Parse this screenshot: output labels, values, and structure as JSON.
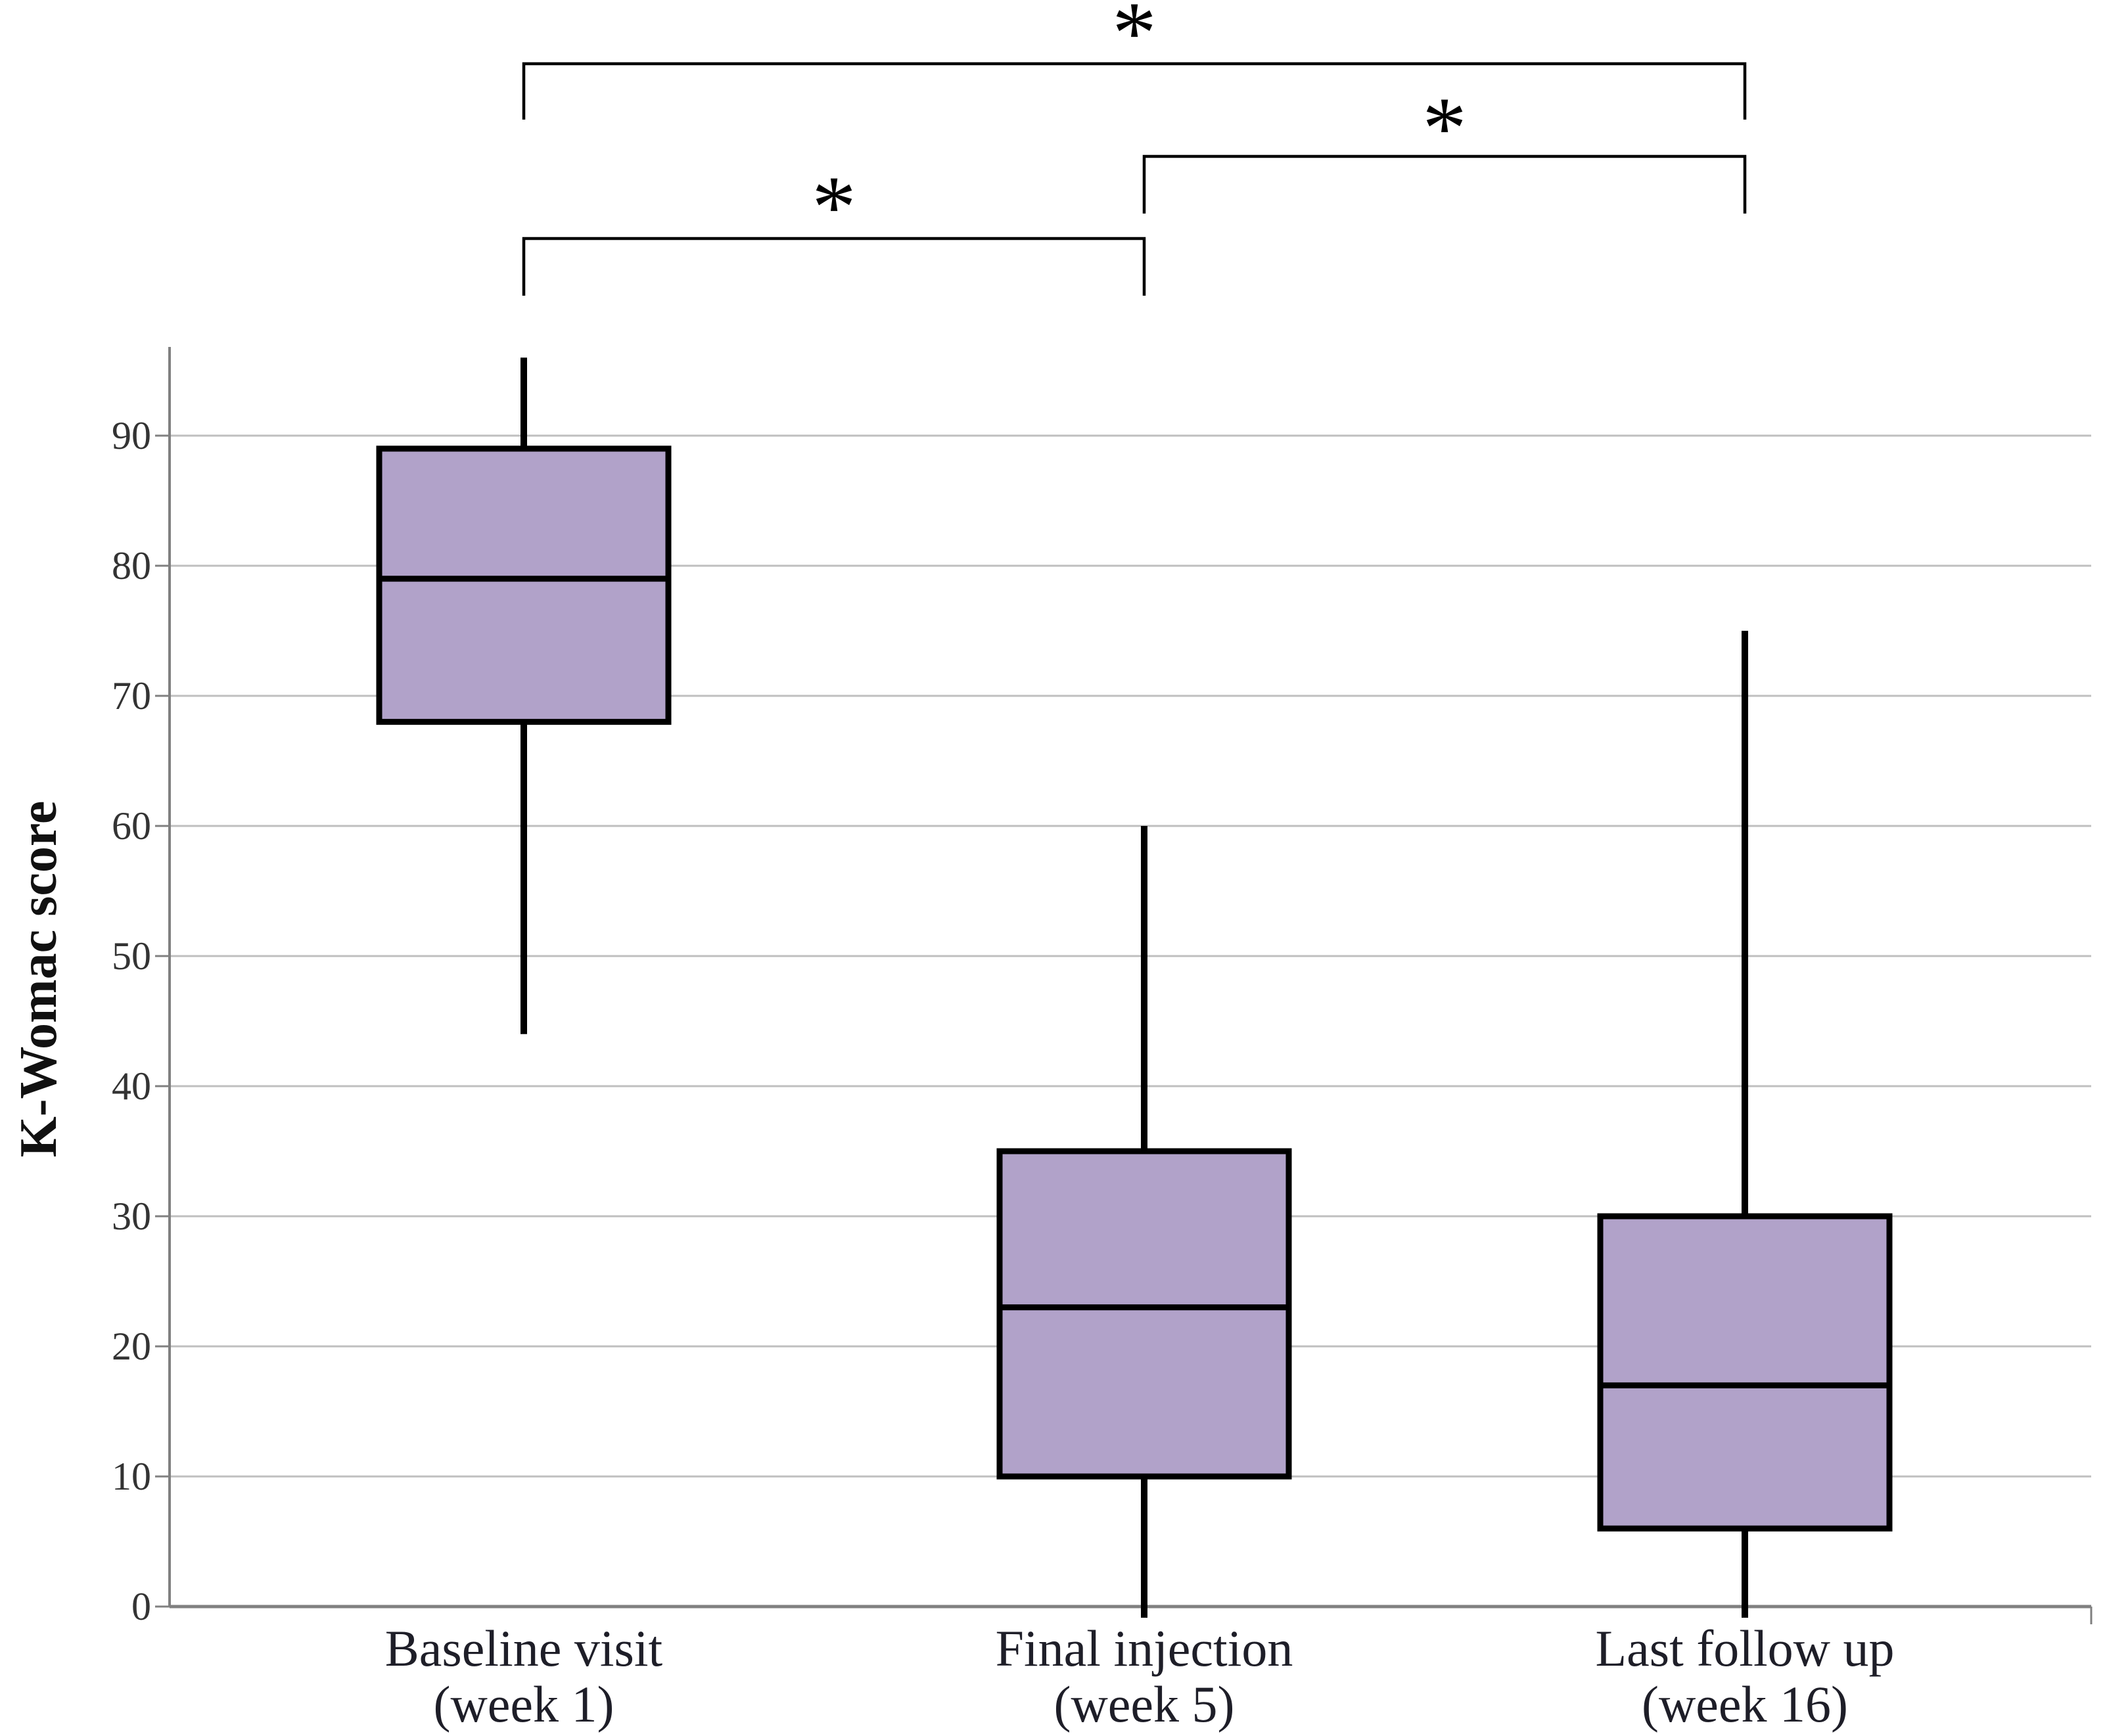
{
  "figure": {
    "y_axis_title": "K-Womac score",
    "significance_marker": "*",
    "colors": {
      "box_fill": "#B1A2C9",
      "box_border": "#000000",
      "median_line": "#000000",
      "whisker": "#000000",
      "gridline": "#BFBFBF",
      "axis_line": "#808080",
      "tick_label_text": "#333333",
      "category_label_text": "#1E1E28",
      "bracket": "#000000",
      "background": "#FFFFFF"
    }
  },
  "chart_data": {
    "type": "boxplot",
    "title": "",
    "xlabel": "",
    "ylabel": "K-Womac score",
    "ylim": [
      0,
      97
    ],
    "y_ticks": [
      0,
      10,
      20,
      30,
      40,
      50,
      60,
      70,
      80,
      90
    ],
    "grid": "horizontal",
    "legend": "none",
    "categories": [
      {
        "line1": "Baseline visit",
        "line2": "(week 1)"
      },
      {
        "line1": "Final injection",
        "line2": "(week 5)"
      },
      {
        "line1": "Last follow up",
        "line2": "(week 16)"
      }
    ],
    "series": [
      {
        "name": "Baseline visit (week 1)",
        "whisker_low": 44,
        "q1": 68,
        "median": 79,
        "q3": 89,
        "whisker_high": 96
      },
      {
        "name": "Final injection (week 5)",
        "whisker_low": 0,
        "q1": 10,
        "median": 23,
        "q3": 35,
        "whisker_high": 60
      },
      {
        "name": "Last follow up (week 16)",
        "whisker_low": 0,
        "q1": 6,
        "median": 17,
        "q3": 30,
        "whisker_high": 75
      }
    ],
    "annotations": [
      {
        "type": "significance-bracket",
        "between": [
          0,
          2
        ],
        "label": "*"
      },
      {
        "type": "significance-bracket",
        "between": [
          1,
          2
        ],
        "label": "*"
      },
      {
        "type": "significance-bracket",
        "between": [
          0,
          1
        ],
        "label": "*"
      }
    ]
  }
}
